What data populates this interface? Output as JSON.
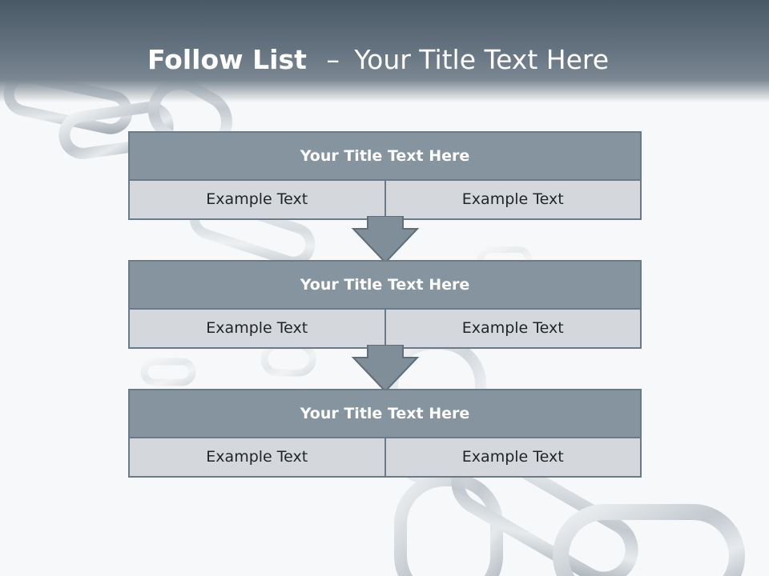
{
  "slide": {
    "title_bold": "Follow List",
    "title_dash": "–",
    "title_rest": "Your Title Text Here"
  },
  "blocks": [
    {
      "title": "Your Title Text Here",
      "cells": [
        "Example Text",
        "Example Text"
      ]
    },
    {
      "title": "Your Title Text Here",
      "cells": [
        "Example Text",
        "Example Text"
      ]
    },
    {
      "title": "Your Title Text Here",
      "cells": [
        "Example Text",
        "Example Text"
      ]
    }
  ],
  "colors": {
    "header": "#5f6d79",
    "block_title_fill": "#86949f",
    "cell_fill": "#d4d8dc",
    "border": "#6a7a86",
    "arrow": "#7f8e99"
  },
  "icons": {
    "background": "broken-chain-illustration",
    "connector": "down-arrow-icon"
  }
}
